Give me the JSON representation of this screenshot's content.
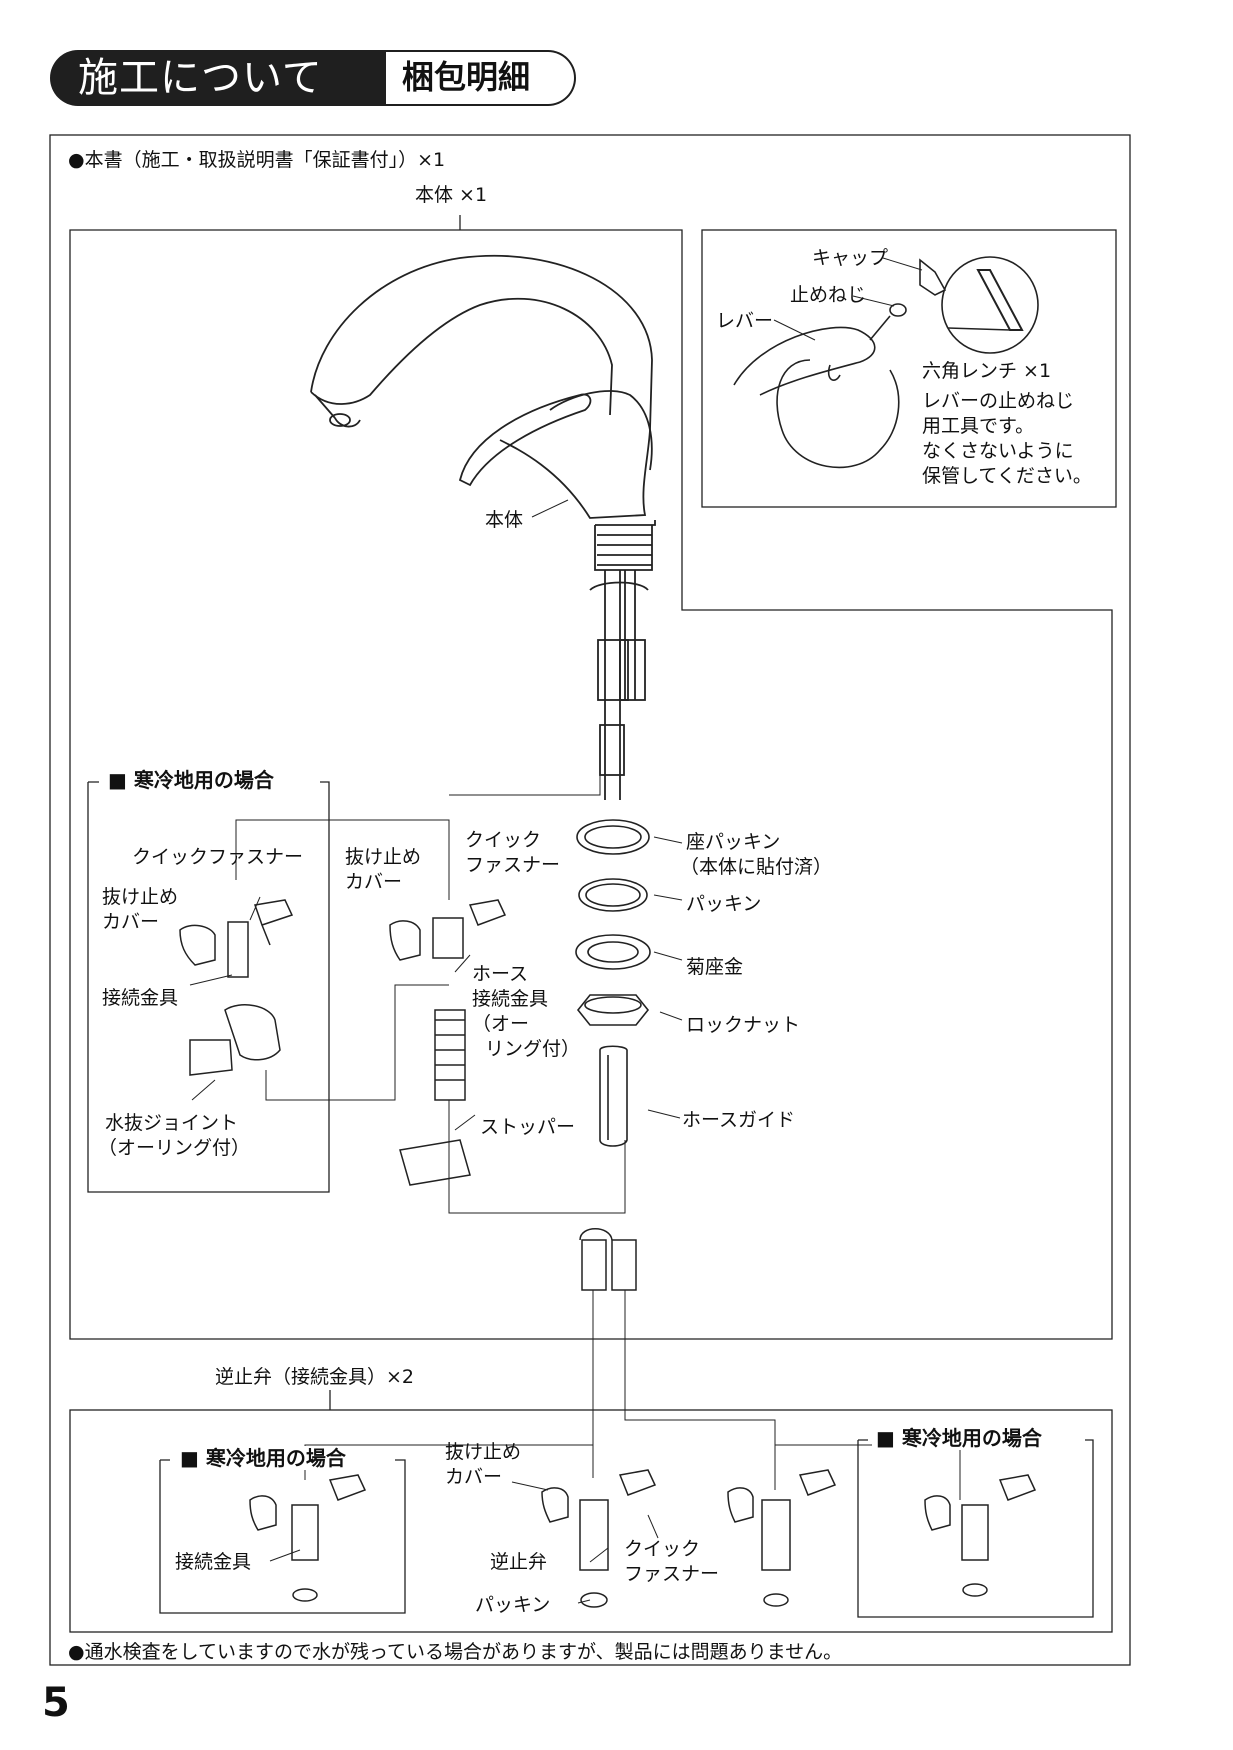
{
  "header": {
    "title": "施工について",
    "subtitle": "梱包明細"
  },
  "manual_note": "●本書（施工・取扱説明書「保証書付」）×1",
  "body_label_top": "本体 ×1",
  "body_label": "本体",
  "inset": {
    "cap": "キャップ",
    "set_screw": "止めねじ",
    "lever": "レバー",
    "hex_wrench": "六角レンチ ×1",
    "note": [
      "レバーの止めねじ",
      "用工具です。",
      "なくさないように",
      "保管してください。"
    ]
  },
  "cold_region_left": {
    "title": "■ 寒冷地用の場合",
    "quick_fastener": "クイックファスナー",
    "retainer_cover": [
      "抜け止め",
      "カバー"
    ],
    "fitting": "接続金具",
    "drain_joint": [
      "水抜ジョイント",
      "（オーリング付）"
    ]
  },
  "center": {
    "retainer_cover": [
      "抜け止め",
      "カバー"
    ],
    "quick_fastener": [
      "クイック",
      "ファスナー"
    ],
    "hose_fitting": [
      "ホース",
      "接続金具",
      "（オー",
      "リング付）"
    ],
    "stopper": "ストッパー"
  },
  "parts_right": {
    "seat_packing": [
      "座パッキン",
      "（本体に貼付済）"
    ],
    "packing": "パッキン",
    "washer": "菊座金",
    "lock_nut": "ロックナット",
    "hose_guide": "ホースガイド"
  },
  "check_valve_label": "逆止弁（接続金具）×2",
  "bottom": {
    "cold_left_title": "■ 寒冷地用の場合",
    "cold_right_title": "■ 寒冷地用の場合",
    "fitting": "接続金具",
    "retainer_cover": [
      "抜け止め",
      "カバー"
    ],
    "check_valve": "逆止弁",
    "quick_fastener": [
      "クイック",
      "ファスナー"
    ],
    "packing": "パッキン"
  },
  "footer_note": "●通水検査をしていますので水が残っている場合がありますが、製品には問題ありません。",
  "page_number": "5"
}
